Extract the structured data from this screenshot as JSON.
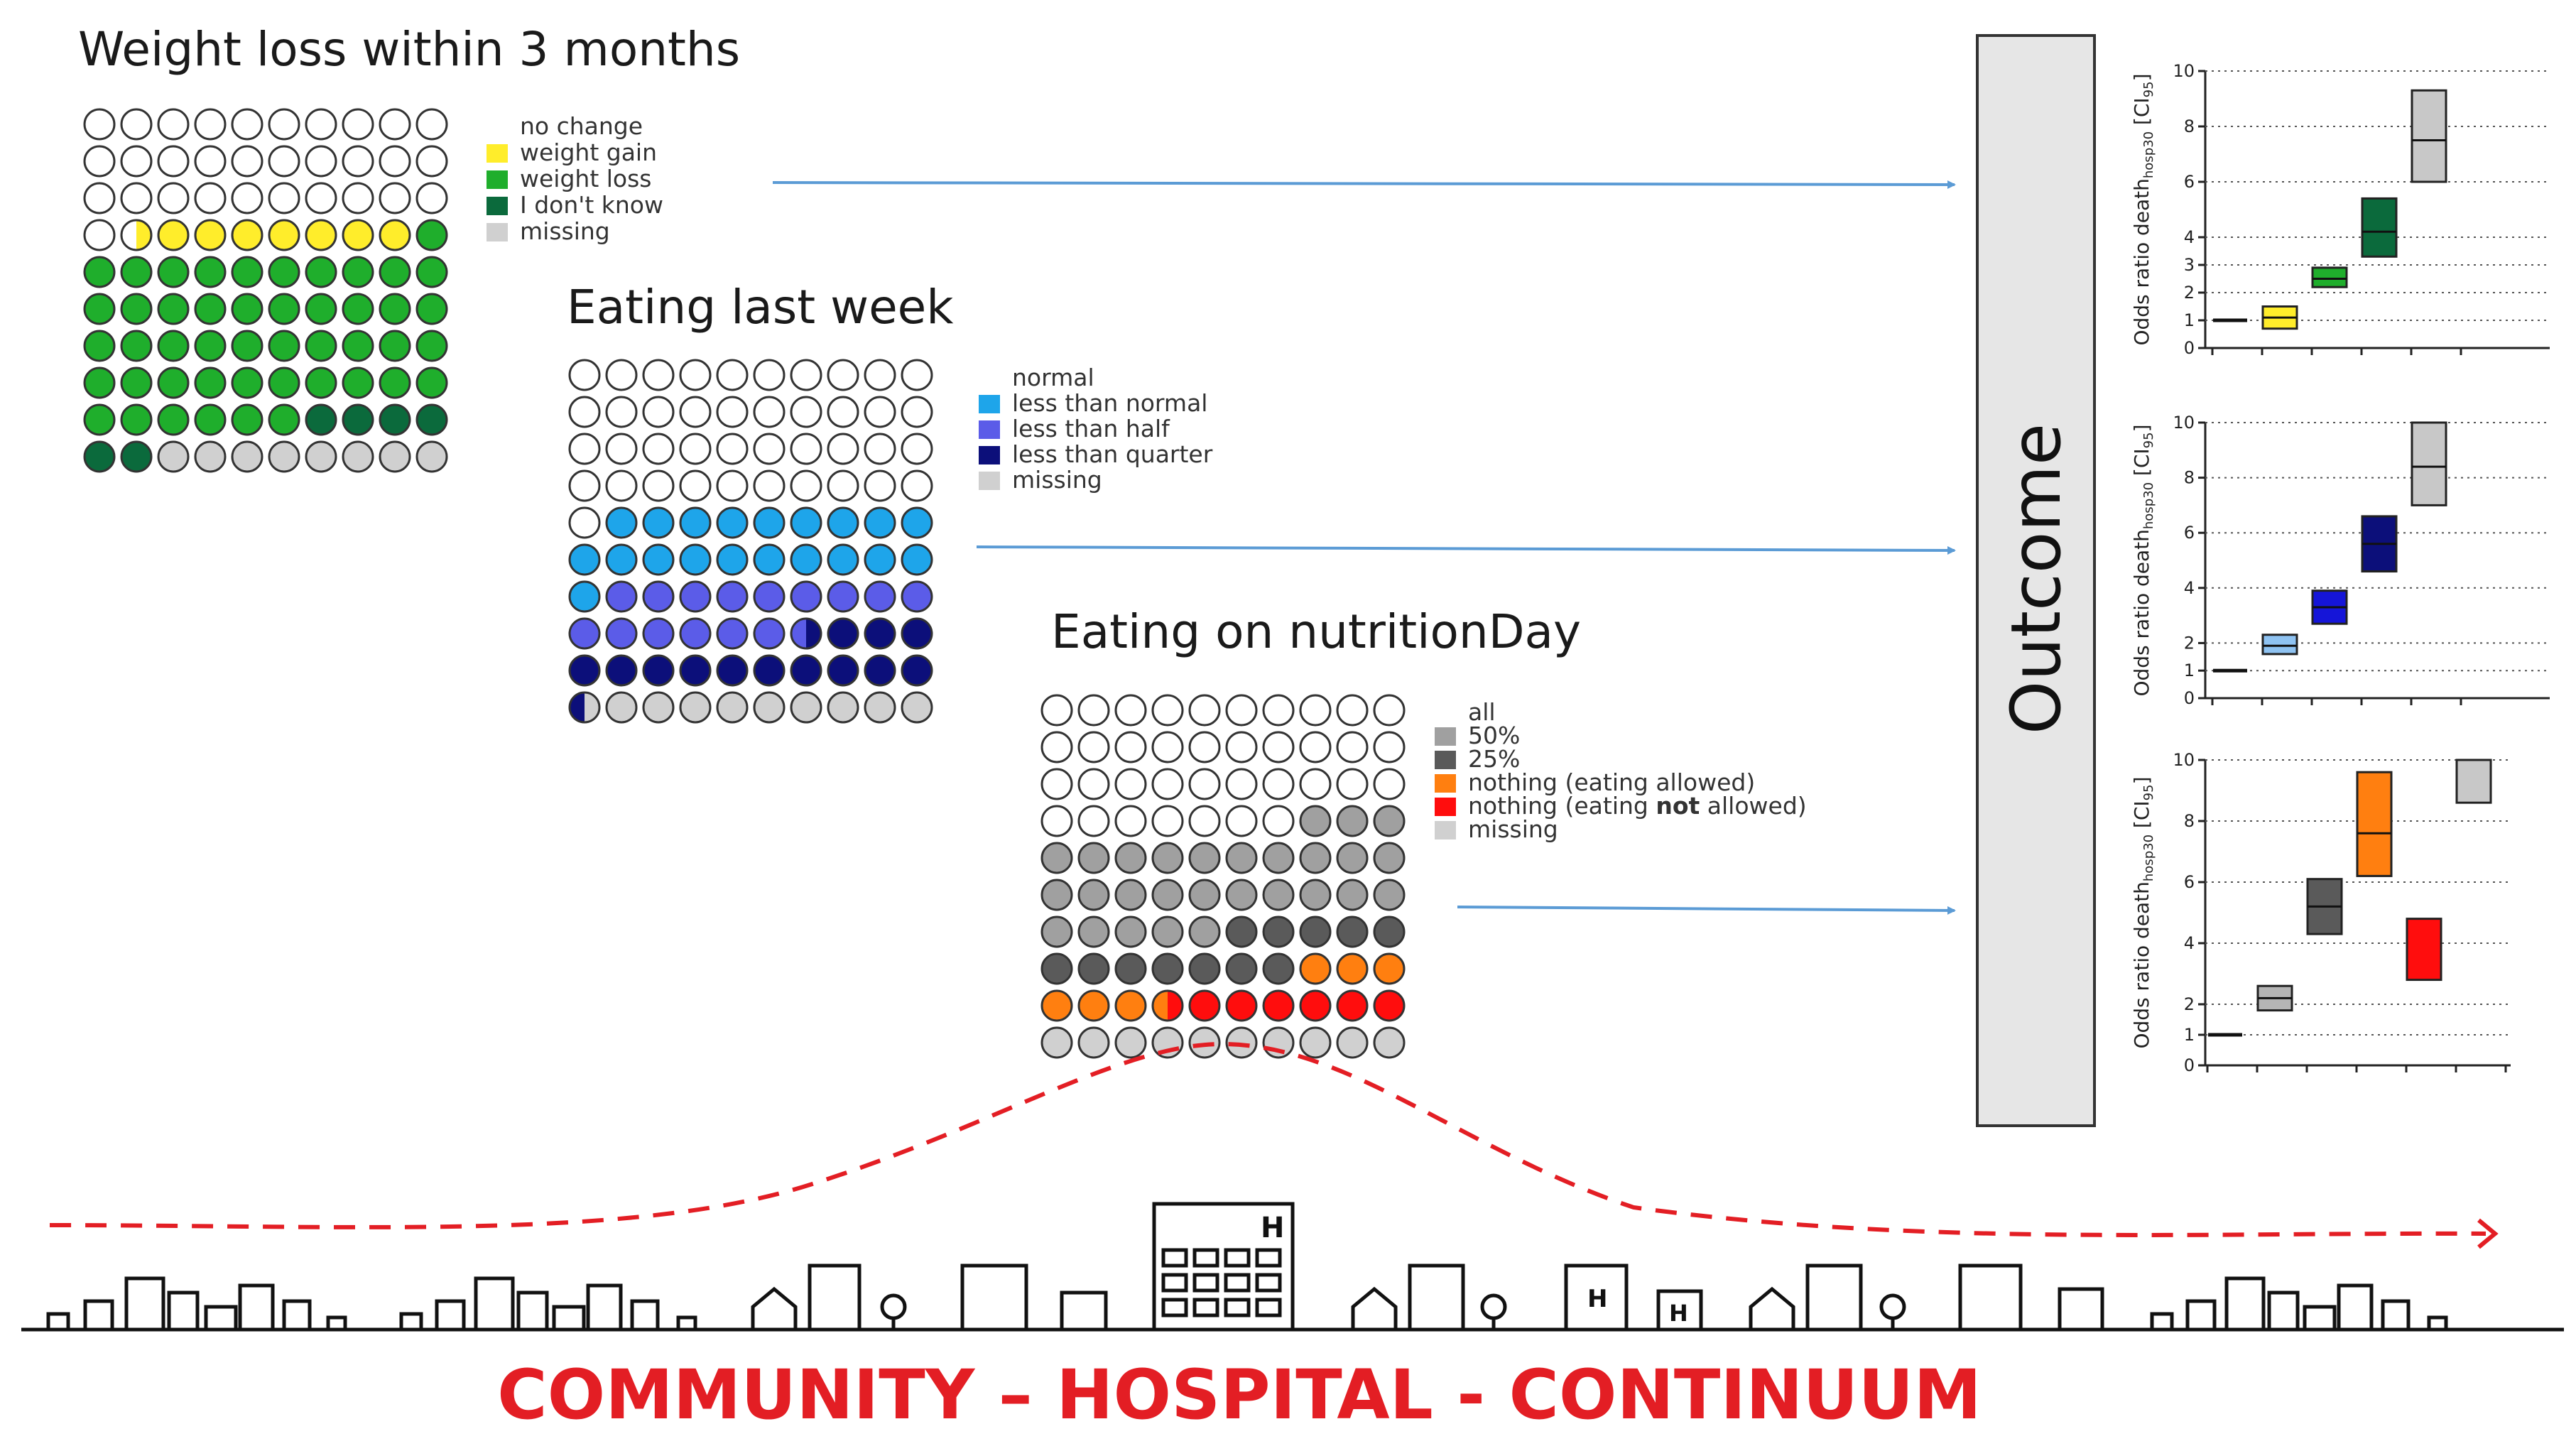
{
  "colors": {
    "accent_red": "#e31e24",
    "arrow_blue": "#5b9bd5",
    "outline": "#333333"
  },
  "waffles": [
    {
      "id": "weight-loss",
      "title": "Weight loss within 3 months",
      "categories": [
        {
          "label": "no change",
          "color": "#ffffff",
          "count": 31.5
        },
        {
          "label": "weight gain",
          "color": "#ffed2b",
          "count": 7.5
        },
        {
          "label": "weight loss",
          "color": "#1fae2c",
          "count": 47
        },
        {
          "label": "I don't know",
          "color": "#0b6a3c",
          "count": 6
        },
        {
          "label": "missing",
          "color": "#d0d0d0",
          "count": 8
        }
      ]
    },
    {
      "id": "eating-last-week",
      "title": "Eating last week",
      "categories": [
        {
          "label": "normal",
          "color": "#ffffff",
          "count": 41
        },
        {
          "label": "less than normal",
          "color": "#1ea5ea",
          "count": 20
        },
        {
          "label": "less than half",
          "color": "#5b5ce8",
          "count": 15.5
        },
        {
          "label": "less than quarter",
          "color": "#0c0f7a",
          "count": 14
        },
        {
          "label": "missing",
          "color": "#d0d0d0",
          "count": 9.5
        }
      ]
    },
    {
      "id": "eating-nutritionday",
      "title": "Eating on nutritionDay",
      "categories": [
        {
          "label": "all",
          "color": "#ffffff",
          "count": 37
        },
        {
          "label": "50%",
          "color": "#a0a0a0",
          "count": 28
        },
        {
          "label": "25%",
          "color": "#5a5a5a",
          "count": 12
        },
        {
          "label": "nothing (eating allowed)",
          "color": "#ff7f10",
          "count": 6.5
        },
        {
          "label_parts": [
            "nothing (eating ",
            "not",
            " allowed)"
          ],
          "color": "#ff0d0d",
          "count": 6.5
        },
        {
          "label": "missing",
          "color": "#d0d0d0",
          "count": 10
        }
      ]
    }
  ],
  "outcome_label": "Outcome",
  "chart_data": [
    {
      "type": "box",
      "ylabel": "Odds ratio death",
      "ylabel_sub": "hosp30",
      "ylabel_ci": "[CI",
      "ylabel_ci_sub": "95",
      "ylabel_end": "]",
      "ylim": [
        0,
        10
      ],
      "ticks": [
        "0",
        "1",
        "2",
        "3",
        "4",
        "6",
        "8",
        "10"
      ],
      "tick_values": [
        0,
        1,
        2,
        3,
        4,
        6,
        8,
        10
      ],
      "axis_scale": "piecewise",
      "grid": true,
      "boxes": [
        {
          "color": "#333333",
          "low": 1,
          "mid": 1,
          "high": 1
        },
        {
          "color": "#ffed2b",
          "low": 0.7,
          "mid": 1.1,
          "high": 1.5
        },
        {
          "color": "#1fae2c",
          "low": 2.2,
          "mid": 2.5,
          "high": 2.9
        },
        {
          "color": "#0b6a3c",
          "low": 3.3,
          "mid": 4.2,
          "high": 5.4
        },
        {
          "color": "#c8c8c8",
          "low": 6,
          "mid": 7.5,
          "high": 9.3
        }
      ]
    },
    {
      "type": "box",
      "ylabel": "Odds ratio death",
      "ylabel_sub": "hosp30",
      "ylabel_ci": "[CI",
      "ylabel_ci_sub": "95",
      "ylabel_end": "]",
      "ylim": [
        0,
        10
      ],
      "ticks": [
        "0",
        "1",
        "2",
        "4",
        "6",
        "8",
        "10"
      ],
      "tick_values": [
        0,
        1,
        2,
        4,
        6,
        8,
        10
      ],
      "axis_scale": "piecewise",
      "grid": true,
      "boxes": [
        {
          "color": "#333333",
          "low": 1,
          "mid": 1,
          "high": 1
        },
        {
          "color": "#8fc3f2",
          "low": 1.6,
          "mid": 1.9,
          "high": 2.3
        },
        {
          "color": "#1515d8",
          "low": 2.7,
          "mid": 3.3,
          "high": 3.9
        },
        {
          "color": "#0c0f7a",
          "low": 4.6,
          "mid": 5.6,
          "high": 6.6
        },
        {
          "color": "#c8c8c8",
          "low": 7,
          "mid": 8.4,
          "high": 10
        }
      ]
    },
    {
      "type": "box",
      "ylabel": "Odds ratio death",
      "ylabel_sub": "hosp30",
      "ylabel_ci": "[CI",
      "ylabel_ci_sub": "95",
      "ylabel_end": "]",
      "ylim": [
        0,
        10
      ],
      "ticks": [
        "0",
        "1",
        "2",
        "4",
        "6",
        "8",
        "10"
      ],
      "tick_values": [
        0,
        1,
        2,
        4,
        6,
        8,
        10
      ],
      "axis_scale": "linear",
      "grid": true,
      "boxes": [
        {
          "color": "#333333",
          "low": 1,
          "mid": 1,
          "high": 1
        },
        {
          "color": "#b5b5b5",
          "low": 1.8,
          "mid": 2.2,
          "high": 2.6
        },
        {
          "color": "#5a5a5a",
          "low": 4.3,
          "mid": 5.2,
          "high": 6.1
        },
        {
          "color": "#ff7f10",
          "low": 6.2,
          "mid": 7.6,
          "high": 9.6
        },
        {
          "color": "#ff0d0d",
          "low": 2.8,
          "mid": 2.8,
          "high": 4.8
        },
        {
          "color": "#c8c8c8",
          "low": 8.6,
          "mid": 8.6,
          "high": 10
        }
      ]
    }
  ],
  "footer": "COMMUNITY – HOSPITAL - CONTINUUM"
}
